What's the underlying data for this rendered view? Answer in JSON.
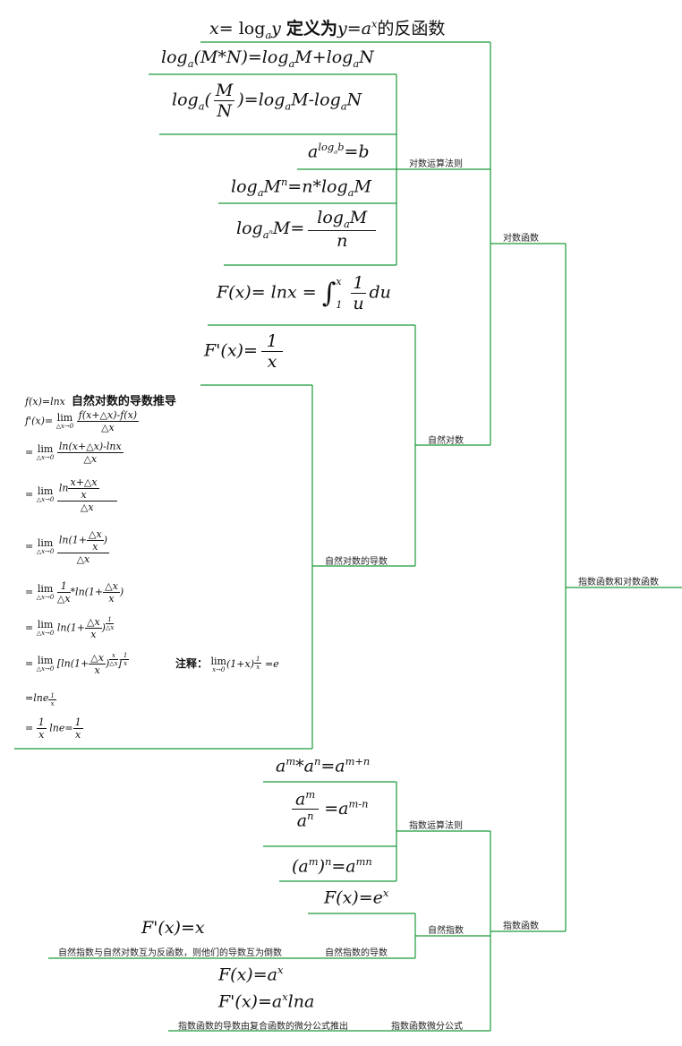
{
  "root": {
    "label": "指数函数和对数函数"
  },
  "log_fn": {
    "label": "对数函数",
    "definition": {
      "x": "x",
      "eq": "=",
      "log": "log",
      "a": "a",
      "y": "y",
      "defined_as": "定义为",
      "eq2": "y=a",
      "xsup": "x",
      "rest": "的反函数"
    },
    "rules": {
      "label": "对数运算法则",
      "r1": {
        "text": "log",
        "a": "a",
        "rest": "(M*N)=log",
        "a2": "a",
        "mid": "M+log",
        "a3": "a",
        "end": "N"
      },
      "r2": {
        "log": "log",
        "a": "a",
        "open": "(",
        "num": "M",
        "den": "N",
        "rest": ")=log",
        "a2": "a",
        "mid": "M-log",
        "a3": "a",
        "end": "N"
      },
      "r3": {
        "a": "a",
        "sup": "log",
        "supsub": "a",
        "supb": "b",
        "rest": "=b"
      },
      "r4": {
        "log": "log",
        "a": "a",
        "m": "M",
        "n": "n",
        "rest": "=n*log",
        "a2": "a",
        "end": "M"
      },
      "r5": {
        "log": "log",
        "a": "a",
        "n": "n",
        "mid": "M=",
        "num_log": "log",
        "num_a": "a",
        "num_m": "M",
        "den": "n"
      }
    },
    "natural": {
      "label": "自然对数",
      "def": {
        "lhs": "F(x)= lnx = ",
        "int_sup": "x",
        "int_sub": "1",
        "num": "1",
        "den": "u",
        "du": "du"
      },
      "derivative": {
        "label": "自然对数的导数",
        "result": {
          "lhs": "F'(x)=",
          "num": "1",
          "den": "x"
        },
        "proof": {
          "head_fx": "f(x)=lnx",
          "head_title": "自然对数的导数推导",
          "l1_lhs": "f'(x)=",
          "lim_text": "lim",
          "lim_sub": "△x→0",
          "l1_num": "f(x+△x)-f(x)",
          "l1_den": "△x",
          "eq": "=",
          "l2_num": "ln(x+△x)-lnx",
          "l2_den": "△x",
          "l3_ln": "ln",
          "l3_in_num": "x+△x",
          "l3_in_den": "x",
          "l3_den": "△x",
          "l4_pre": "ln(1+",
          "l4_in_num": "△x",
          "l4_in_den": "x",
          "l4_post": ")",
          "l4_den": "△x",
          "l5_num": "1",
          "l5_den": "△x",
          "l5_mid": "*ln(1+",
          "l5_in_num": "△x",
          "l5_in_den": "x",
          "l5_post": ")",
          "l6_pre": "ln(1+",
          "l6_in_num": "△x",
          "l6_in_den": "x",
          "l6_post": ")",
          "l6_exp_num": "1",
          "l6_exp_den": "△x",
          "l7_pre": "[ln(1+",
          "l7_in_num": "△x",
          "l7_in_den": "x",
          "l7_post": ")",
          "l7_e1_num": "x",
          "l7_e1_den": "△x",
          "l7_close": "]",
          "l7_e2_num": "1",
          "l7_e2_den": "x",
          "note_label": "注释：",
          "note_lim_sub": "x→0",
          "note_body": "(1+x)",
          "note_exp_num": "1",
          "note_exp_den": "x",
          "note_eq": "=e",
          "l8": "=lne",
          "l8_exp_num": "1",
          "l8_exp_den": "x",
          "l9_num": "1",
          "l9_den": "x",
          "l9_mid": "lne=",
          "l9_num2": "1",
          "l9_den2": "x"
        }
      }
    }
  },
  "exp_fn": {
    "label": "指数函数",
    "rules": {
      "label": "指数运算法则",
      "r1": {
        "a": "a",
        "m": "m",
        "mid": "*a",
        "n": "n",
        "rest": "=a",
        "mn": "m+n"
      },
      "r2": {
        "num_a": "a",
        "num_m": "m",
        "den_a": "a",
        "den_n": "n",
        "rest": "=a",
        "mn": "m-n"
      },
      "r3": {
        "open": "(a",
        "m": "m",
        "close": ")",
        "n": "n",
        "rest": "=a",
        "mn": "mn"
      }
    },
    "natural": {
      "label": "自然指数",
      "def": {
        "text": "F(x)=e",
        "sup": "x"
      },
      "derivative": {
        "label": "自然指数的导数",
        "result": "F'(x)=x",
        "note": "自然指数与自然对数互为反函数，则他们的导数互为倒数"
      }
    },
    "calculus": {
      "label": "指数函数微分公式",
      "f": {
        "text": "F(x)=a",
        "sup": "x"
      },
      "d": {
        "text": "F'(x)=a",
        "sup": "x",
        "rest": "lna"
      },
      "note": "指数函数的导数由复合函数的微分公式推出"
    }
  },
  "line_color": "#1a9a3a"
}
